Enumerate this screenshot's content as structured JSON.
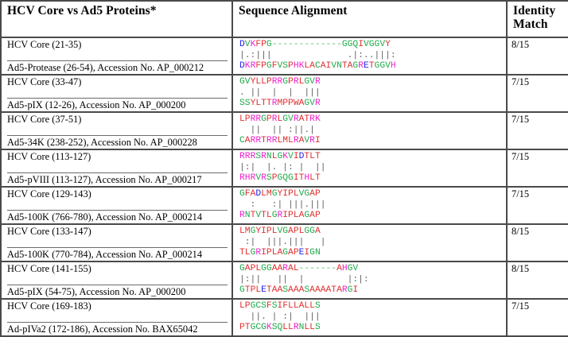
{
  "table": {
    "headers": {
      "left": "HCV Core vs Ad5 Proteins*",
      "middle": "Sequence Alignment",
      "right_line1": "Identity",
      "right_line2": "Match"
    },
    "rows": [
      {
        "query_label": "HCV Core (21-35)",
        "subject_label": "Ad5-Protease (26-54), Accession No. AP_000212",
        "query_seq": "DVKFPG-------------GGQIVGGVY",
        "match_line": "|.:|||              .|:..|||:",
        "subject_seq": "DKRFPGFVSPHKLACAIVNTAGRETGGVH",
        "identity": "8/15"
      },
      {
        "query_label": "HCV Core (33-47)",
        "subject_label": "Ad5-pIX (12-26), Accession No. AP_000200",
        "query_seq": "GVYLLPRRGPRLGVR",
        "match_line": ". ||  |  |  |||",
        "subject_seq": "SSYLTTRMPPWAGVR",
        "identity": "7/15"
      },
      {
        "query_label": "HCV Core (37-51)",
        "subject_label": "Ad5-34K (238-252), Accession No. AP_000228",
        "query_seq": "LPRRGPRLGVRATRK",
        "match_line": "  ||  || :||.|",
        "subject_seq": "CARRTRRLMLRAVRI",
        "identity": "7/15"
      },
      {
        "query_label": "HCV Core (113-127)",
        "subject_label": "Ad5-pVIII (113-127), Accession No. AP_000217",
        "query_seq": "RRRSRNLGKVIDTLT",
        "match_line": "|:|  |. |: |  ||",
        "subject_seq": "RHRVRSPGQGITHLT",
        "identity": "7/15"
      },
      {
        "query_label": "HCV Core (129-143)",
        "subject_label": "Ad5-100K (766-780), Accession No. AP_000214",
        "query_seq": "GFADLMGYIPLVGAP",
        "match_line": "  :   :| |||.|||",
        "subject_seq": "RNTVTLGRIPLAGAP",
        "identity": "7/15"
      },
      {
        "query_label": "HCV Core (133-147)",
        "subject_label": "Ad5-100K (770-784), Accession No. AP_000214",
        "query_seq": "LMGYIPLVGAPLGGA",
        "match_line": " :|  |||.|||   |",
        "subject_seq": "TLGRIPLAGAPEIGN",
        "identity": "8/15"
      },
      {
        "query_label": "HCV Core (141-155)",
        "subject_label": "Ad5-pIX (54-75), Accession No. AP_000200",
        "query_seq": "GAPLGGAARAL-------AHGV",
        "match_line": "|:||   ||  |        |:|:",
        "subject_seq": "GTPLETAASAAASAAAATARGI",
        "identity": "8/15"
      },
      {
        "query_label": "HCV Core (169-183)",
        "subject_label": "Ad-pIVa2 (172-186), Accession No. BAX65042",
        "query_seq": "LPGCSFSIFLLALLS",
        "match_line": "  ||. | :|  |||",
        "subject_seq": "PTGCGKSQLLRNLLS",
        "identity": "7/15"
      }
    ]
  },
  "colors": {
    "acidic_blue": "#2222ee",
    "basic_magenta": "#ee22cc",
    "hydrophobic_red": "#e03030",
    "polar_green": "#1faa4a",
    "match_gray": "#606060",
    "border_gray": "#4a4a4a"
  },
  "aa_color_map": {
    "D": "b",
    "E": "b",
    "K": "m",
    "R": "m",
    "H": "m",
    "F": "r",
    "L": "r",
    "I": "r",
    "M": "r",
    "A": "r",
    "Y": "r",
    "W": "r",
    "P": "r",
    "T": "r",
    "G": "g",
    "S": "g",
    "V": "g",
    "N": "g",
    "C": "g",
    "Q": "g"
  }
}
